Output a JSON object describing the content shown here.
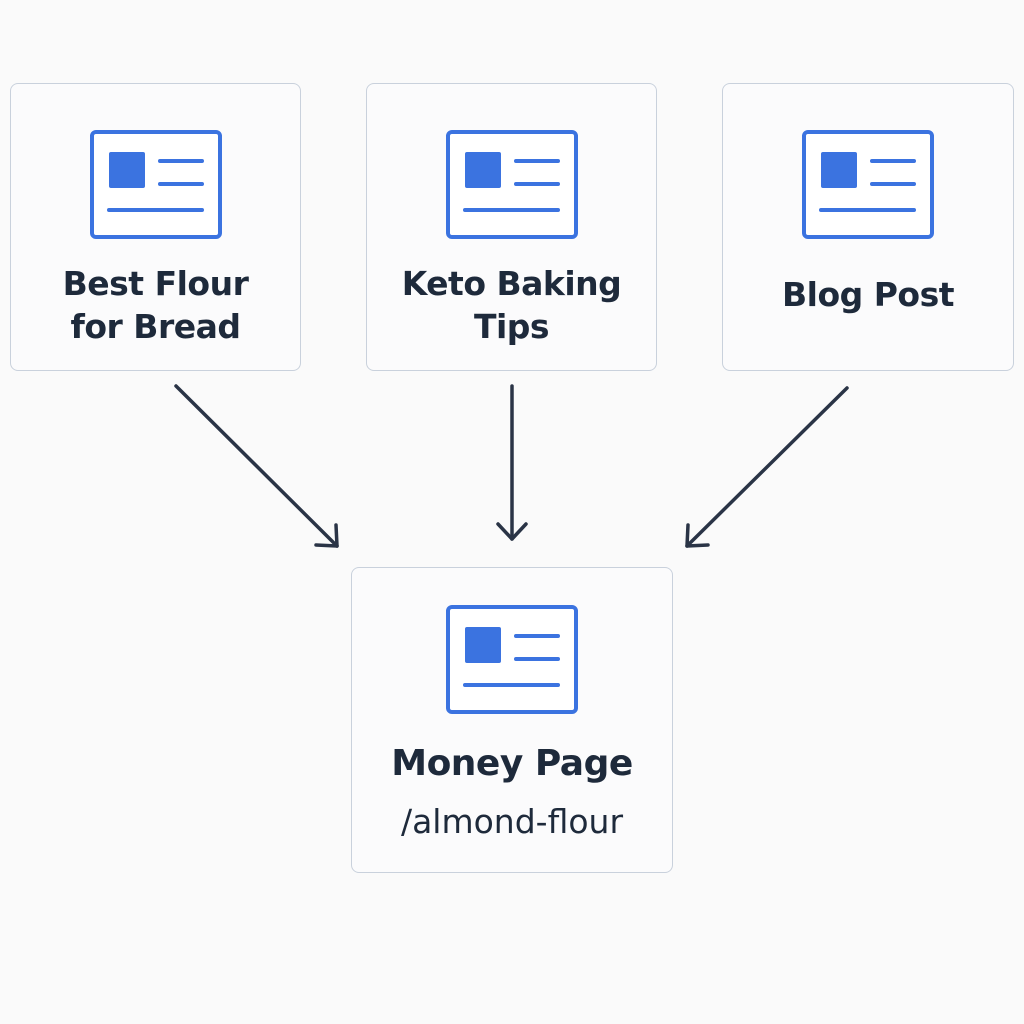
{
  "colors": {
    "accent": "#3b73e0",
    "text": "#1e2a3b",
    "card_border": "#c9d1dc",
    "arrow": "#2a3446"
  },
  "icon": "document-icon",
  "cards": [
    {
      "title": "Best Flour\nfor Bread"
    },
    {
      "title": "Keto Baking\nTips"
    },
    {
      "title": "Blog Post"
    }
  ],
  "target": {
    "title": "Money Page",
    "subtitle": "/almond-flour"
  }
}
